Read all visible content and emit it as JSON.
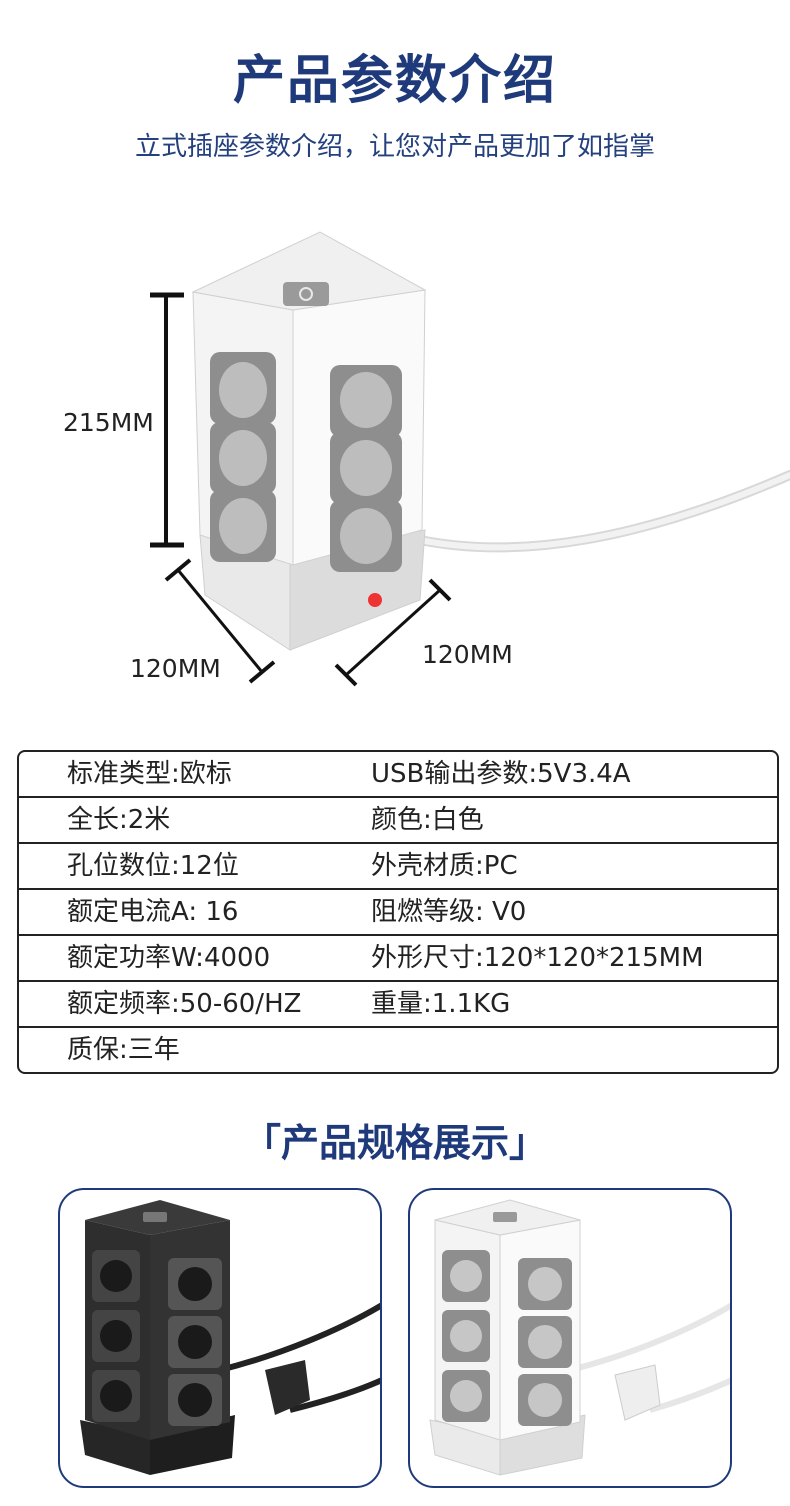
{
  "header": {
    "title": "产品参数介绍",
    "subtitle": "立式插座参数介绍，让您对产品更加了如指掌"
  },
  "dimensions": {
    "height": "215MM",
    "width_left": "120MM",
    "width_right": "120MM"
  },
  "specs": [
    {
      "left": "标准类型:欧标",
      "right": "USB输出参数:5V3.4A"
    },
    {
      "left": "全长:2米",
      "right": "颜色:白色"
    },
    {
      "left": "孔位数位:12位",
      "right": "外壳材质:PC"
    },
    {
      "left": "额定电流A: 16",
      "right": "阻燃等级: V0"
    },
    {
      "left": "额定功率W:4000",
      "right": "外形尺寸:120*120*215MM"
    },
    {
      "left": "额定频率:50-60/HZ",
      "right": "重量:1.1KG"
    },
    {
      "left": "质保:三年",
      "right": ""
    }
  ],
  "section2": {
    "title": "「产品规格展示」"
  },
  "colors": {
    "brand_blue": "#1f3a7a",
    "black_variant": "#2b2b2b",
    "white_variant": "#f2f2f2",
    "socket_gray": "#8a8a8a"
  }
}
